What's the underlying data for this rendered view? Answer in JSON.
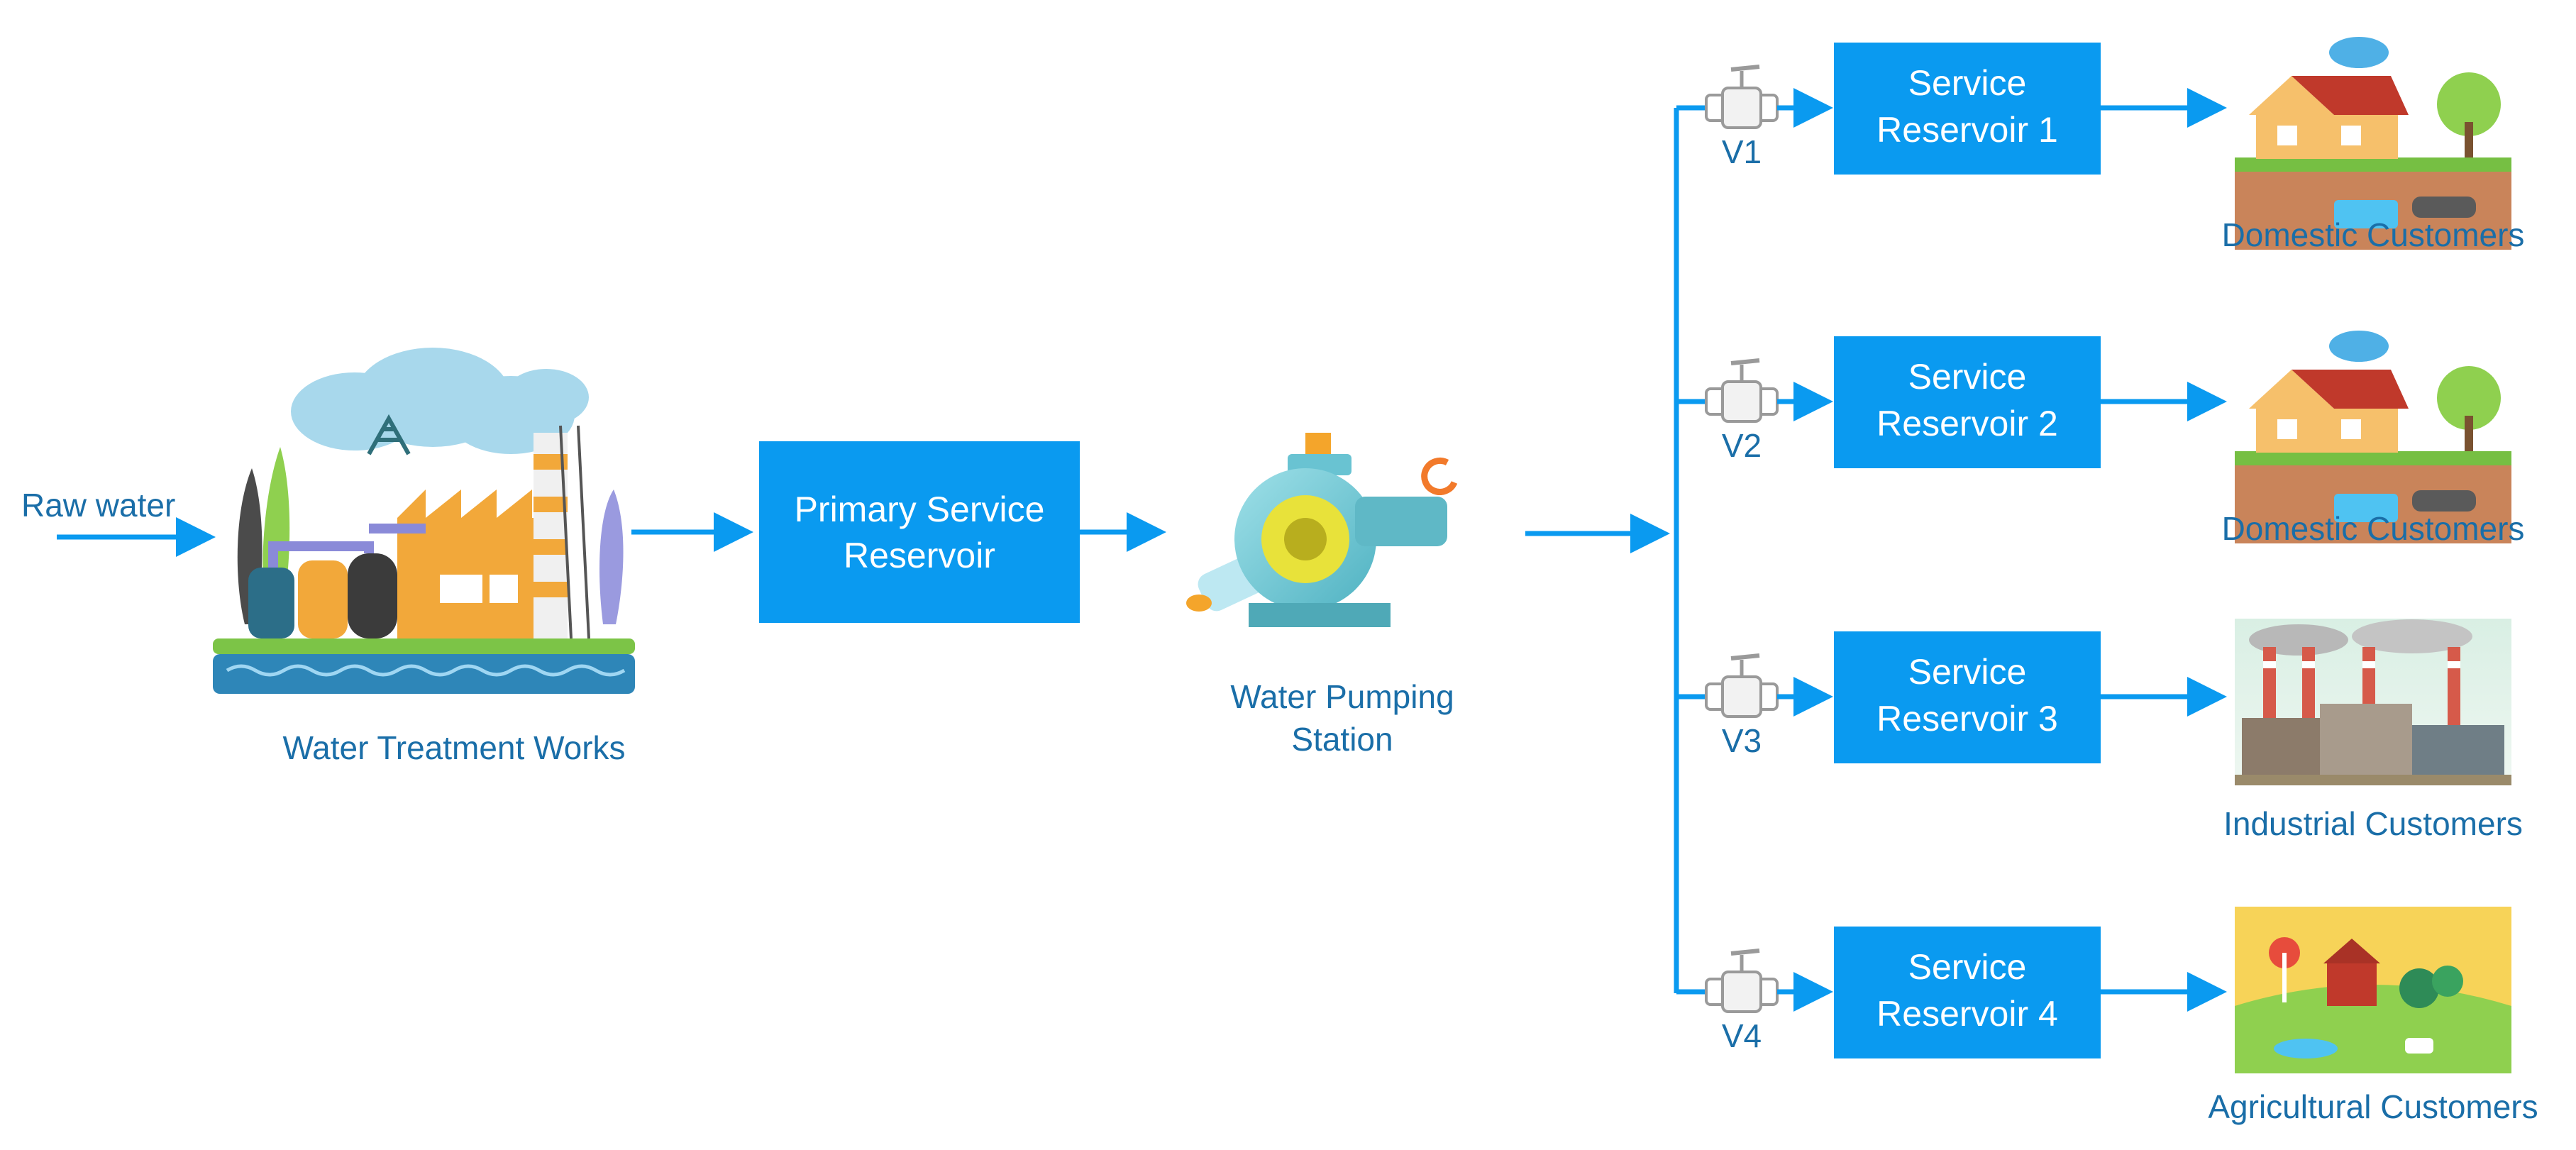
{
  "labels": {
    "raw_water": "Raw water",
    "treatment_works": "Water Treatment Works",
    "primary_reservoir": [
      "Primary Service",
      "Reservoir"
    ],
    "pumping_station": [
      "Water Pumping",
      "Station"
    ]
  },
  "branches": [
    {
      "valve": "V1",
      "reservoir": [
        "Service",
        "Reservoir 1"
      ],
      "customer": "Domestic Customers",
      "customer_type": "domestic"
    },
    {
      "valve": "V2",
      "reservoir": [
        "Service",
        "Reservoir 2"
      ],
      "customer": "Domestic Customers",
      "customer_type": "domestic"
    },
    {
      "valve": "V3",
      "reservoir": [
        "Service",
        "Reservoir 3"
      ],
      "customer": "Industrial Customers",
      "customer_type": "industrial"
    },
    {
      "valve": "V4",
      "reservoir": [
        "Service",
        "Reservoir 4"
      ],
      "customer": "Agricultural Customers",
      "customer_type": "agricultural"
    }
  ],
  "colors": {
    "accent": "#0a9af0",
    "label": "#1a6ea8",
    "box_text": "#ffffff"
  },
  "icons": {
    "treatment_works": "water-treatment-plant-icon",
    "pump": "centrifugal-pump-icon",
    "valve": "gate-valve-icon",
    "domestic": "house-irrigation-icon",
    "industrial": "factory-skyline-icon",
    "agricultural": "farm-landscape-icon"
  }
}
